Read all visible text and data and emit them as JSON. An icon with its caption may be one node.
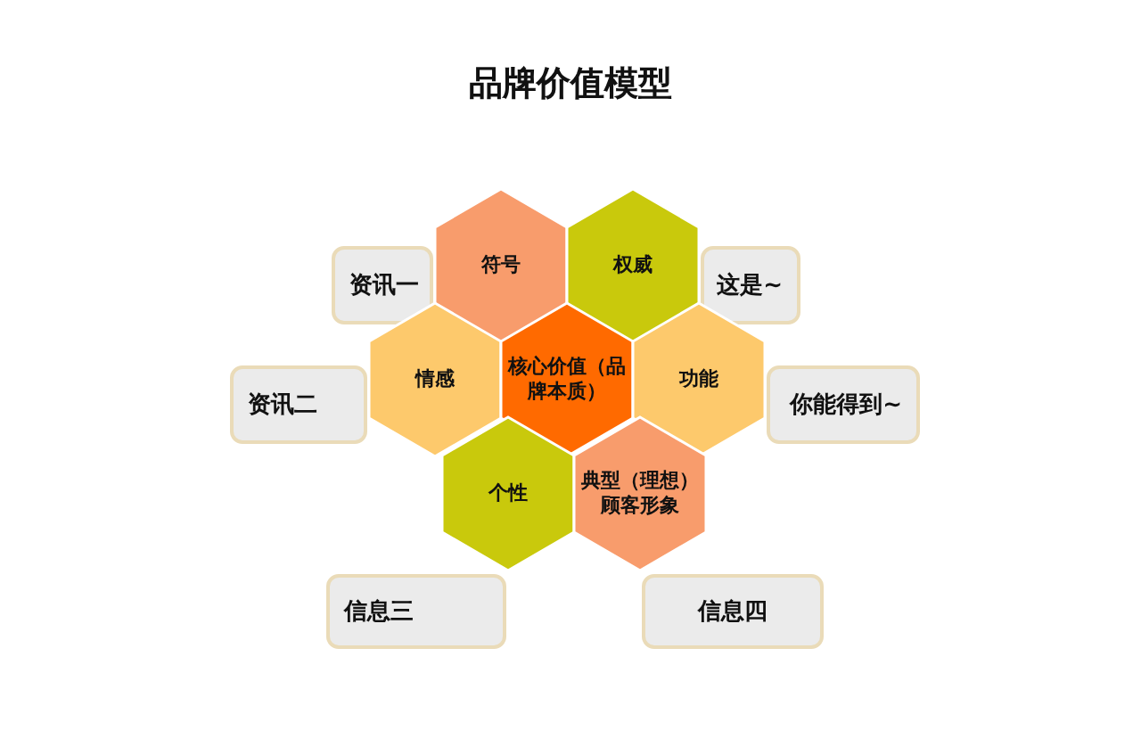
{
  "diagram": {
    "title": "品牌价值模型",
    "nodes": [
      {
        "text": [
          "资讯一"
        ]
      },
      {
        "text": [
          "符号"
        ]
      },
      {
        "text": [
          "权威"
        ]
      },
      {
        "text": [
          "这是~"
        ]
      },
      {
        "text": [
          "资讯二"
        ]
      },
      {
        "text": [
          "情感"
        ]
      },
      {
        "text": [
          "核心价值（品牌本质）"
        ]
      },
      {
        "text": [
          "功能"
        ]
      },
      {
        "text": [
          "你能得到~"
        ]
      },
      {
        "text": [
          "个性"
        ]
      },
      {
        "text": [
          "典型（理想）顾客形象"
        ]
      },
      {
        "text": [
          "信息三"
        ]
      },
      {
        "text": [
          "信息四"
        ]
      }
    ]
  }
}
